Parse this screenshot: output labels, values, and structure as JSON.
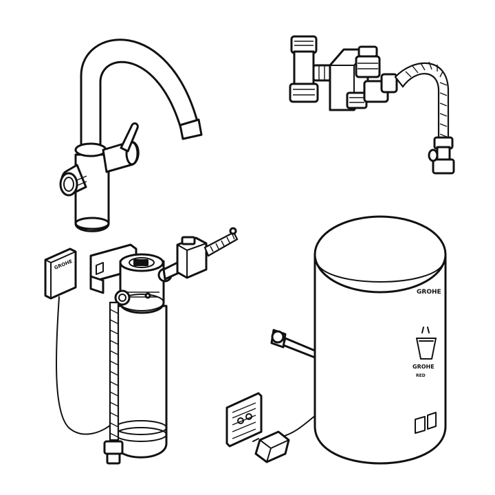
{
  "brand": {
    "logo_text": "GROHE",
    "sub_text": "RED"
  },
  "colors": {
    "line": "#111111",
    "background": "#ffffff"
  },
  "components": [
    {
      "id": "faucet",
      "icon": "kitchen-faucet-icon"
    },
    {
      "id": "valve-assembly",
      "icon": "mixing-valve-icon"
    },
    {
      "id": "filter-unit",
      "icon": "water-filter-icon"
    },
    {
      "id": "control-box",
      "icon": "wall-control-box-icon"
    },
    {
      "id": "boiler",
      "icon": "boiler-tank-icon"
    },
    {
      "id": "power-plug",
      "icon": "power-plug-icon"
    },
    {
      "id": "label-plate",
      "icon": "label-plate-icon"
    }
  ]
}
